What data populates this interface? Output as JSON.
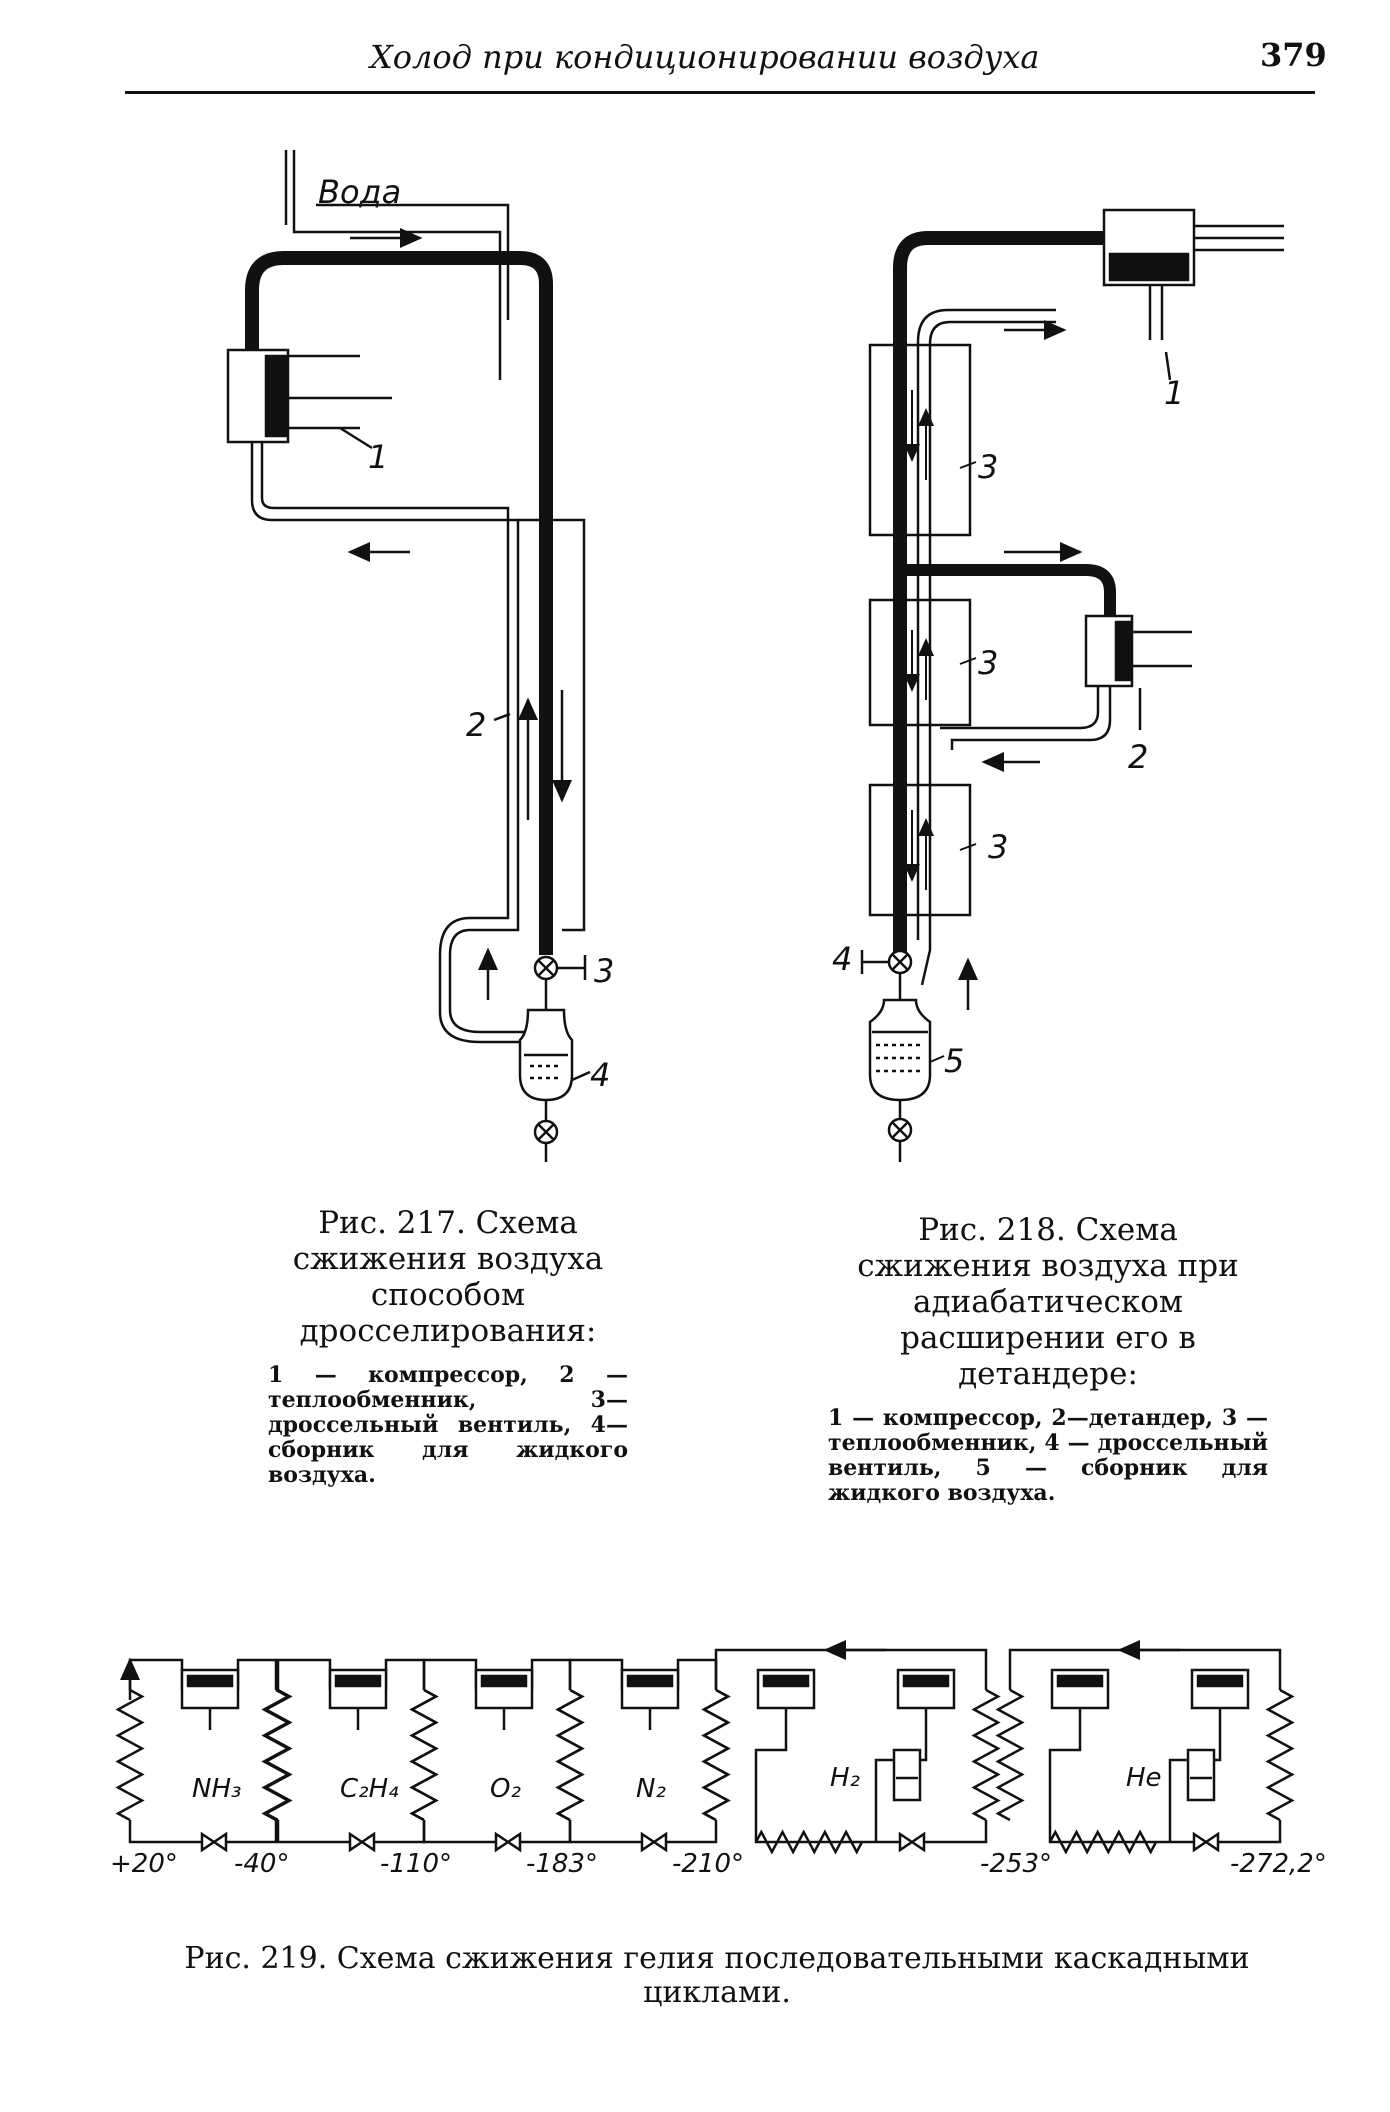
{
  "header": {
    "title": "Холод при кондиционировании воздуха",
    "page_number": "379"
  },
  "fig217": {
    "water_label": "Вода",
    "callouts": [
      "1",
      "2",
      "3",
      "4"
    ],
    "caption": "Рис. 217. Схема сжижения воздуха способом дросселирования:",
    "legend": "1 — компрессор, 2 — теплообменник, 3—дроссельный вентиль, 4—сборник для жидкого воздуха."
  },
  "fig218": {
    "callouts": [
      "1",
      "2",
      "3",
      "3",
      "3",
      "4",
      "5"
    ],
    "caption": "Рис. 218. Схема сжижения воздуха при адиабатическом расширении его в детандере:",
    "legend": "1 — компрессор, 2—детандер, 3 — теплообменник, 4 — дроссельный вентиль, 5 — сборник для жидкого воздуха."
  },
  "fig219": {
    "stages": [
      "NH₃",
      "C₂H₄",
      "O₂",
      "N₂",
      "H₂",
      "He"
    ],
    "temperatures": [
      "+20°",
      "-40°",
      "-110°",
      "-183°",
      "-210°",
      "-253°",
      "-272,2°"
    ],
    "caption": "Рис. 219. Схема сжижения гелия последовательными каскадными циклами."
  }
}
